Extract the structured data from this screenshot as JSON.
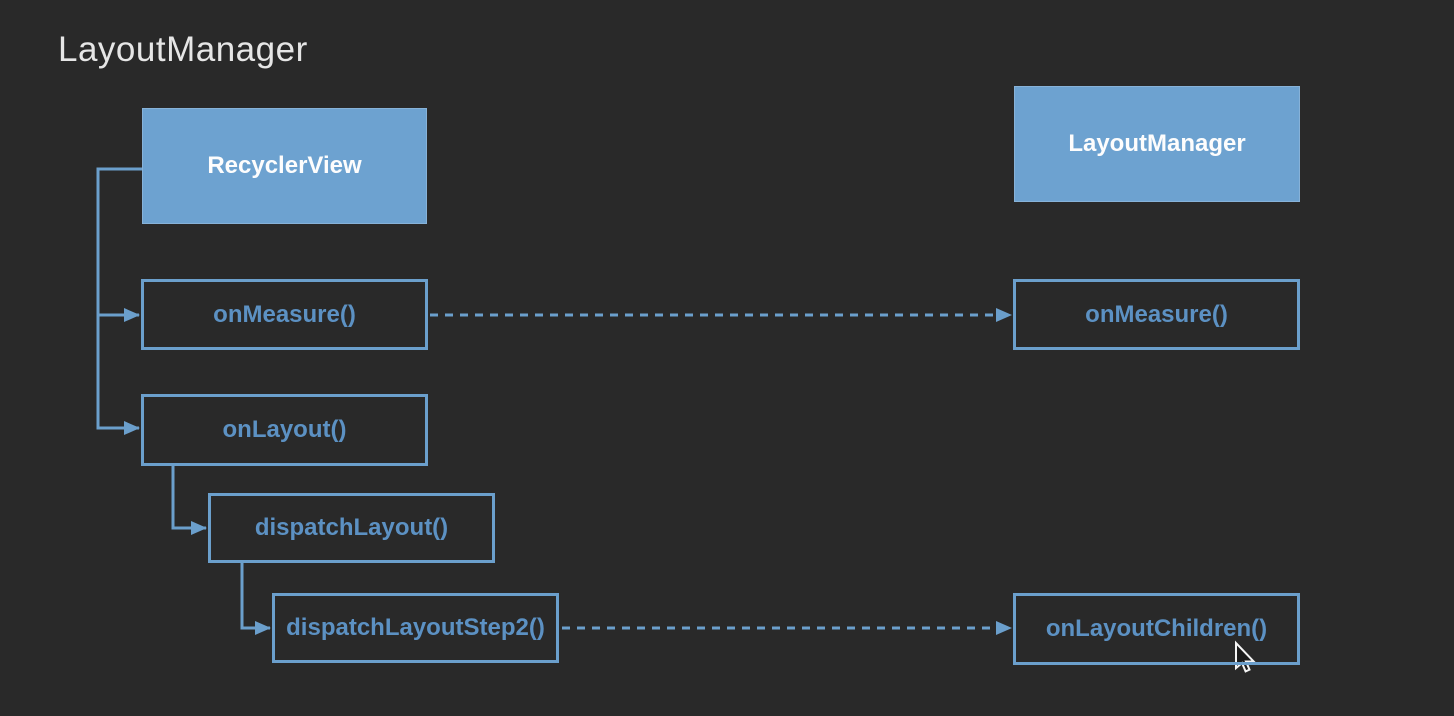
{
  "title": "LayoutManager",
  "colors": {
    "background": "#292929",
    "accent_blue": "#6b9fcc",
    "box_fill_blue": "#6da2d0",
    "method_text_blue": "#5c91c3",
    "filled_box_text": "#fdfdfd",
    "title_text": "#e6e6e6"
  },
  "diagram": {
    "nodes": [
      {
        "id": "recyclerview",
        "label": "RecyclerView",
        "type": "filled"
      },
      {
        "id": "layoutmanager",
        "label": "LayoutManager",
        "type": "filled"
      },
      {
        "id": "onmeasure-left",
        "label": "onMeasure()",
        "type": "outlined"
      },
      {
        "id": "onlayout",
        "label": "onLayout()",
        "type": "outlined"
      },
      {
        "id": "dispatchlayout",
        "label": "dispatchLayout()",
        "type": "outlined"
      },
      {
        "id": "dispatchlayoutstep2",
        "label": "dispatchLayoutStep2()",
        "type": "outlined"
      },
      {
        "id": "onmeasure-right",
        "label": "onMeasure()",
        "type": "outlined"
      },
      {
        "id": "onlayoutchildren",
        "label": "onLayoutChildren()",
        "type": "outlined"
      }
    ],
    "edges": [
      {
        "from": "recyclerview",
        "to": "onmeasure-left",
        "style": "solid"
      },
      {
        "from": "recyclerview",
        "to": "onlayout",
        "style": "solid"
      },
      {
        "from": "onlayout",
        "to": "dispatchlayout",
        "style": "solid"
      },
      {
        "from": "dispatchlayout",
        "to": "dispatchlayoutstep2",
        "style": "solid"
      },
      {
        "from": "onmeasure-left",
        "to": "onmeasure-right",
        "style": "dashed"
      },
      {
        "from": "dispatchlayoutstep2",
        "to": "onlayoutchildren",
        "style": "dashed"
      }
    ]
  }
}
